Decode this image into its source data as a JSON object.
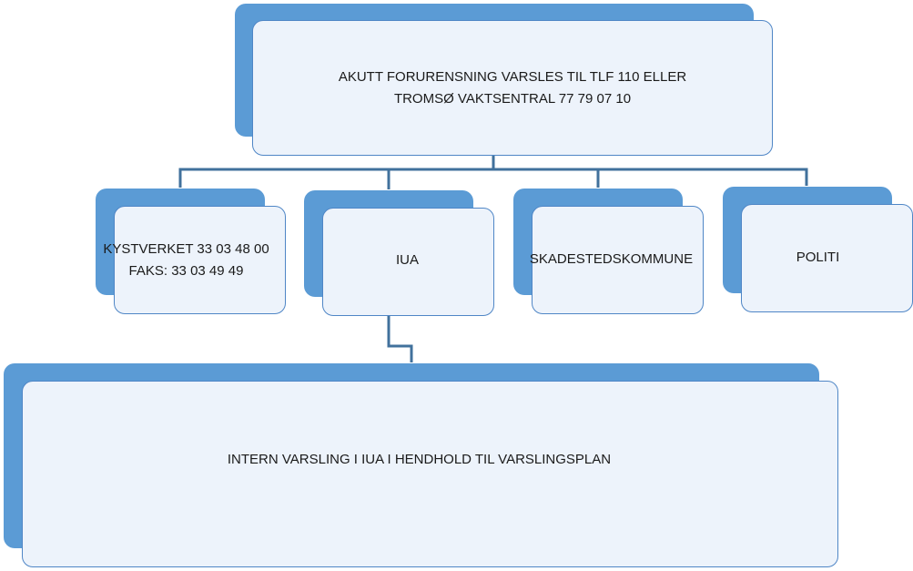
{
  "top": {
    "line1": "AKUTT FORURENSNING VARSLES TIL TLF 110 ELLER",
    "line2": "TROMSØ VAKTSENTRAL 77 79 07 10"
  },
  "children": {
    "kystverket": {
      "line1": "KYSTVERKET 33 03 48 00",
      "line2": "FAKS: 33 03 49 49"
    },
    "iua": {
      "label": "IUA"
    },
    "skadested": {
      "label": "SKADESTEDSKOMMUNE"
    },
    "politi": {
      "label": "POLITI"
    }
  },
  "bottom": {
    "label": "INTERN VARSLING I IUA I HENDHOLD TIL VARSLINGSPLAN"
  },
  "colors": {
    "back": "#5b9bd5",
    "front": "#edf3fb",
    "border": "#4f86c6",
    "connector": "#41719c"
  }
}
